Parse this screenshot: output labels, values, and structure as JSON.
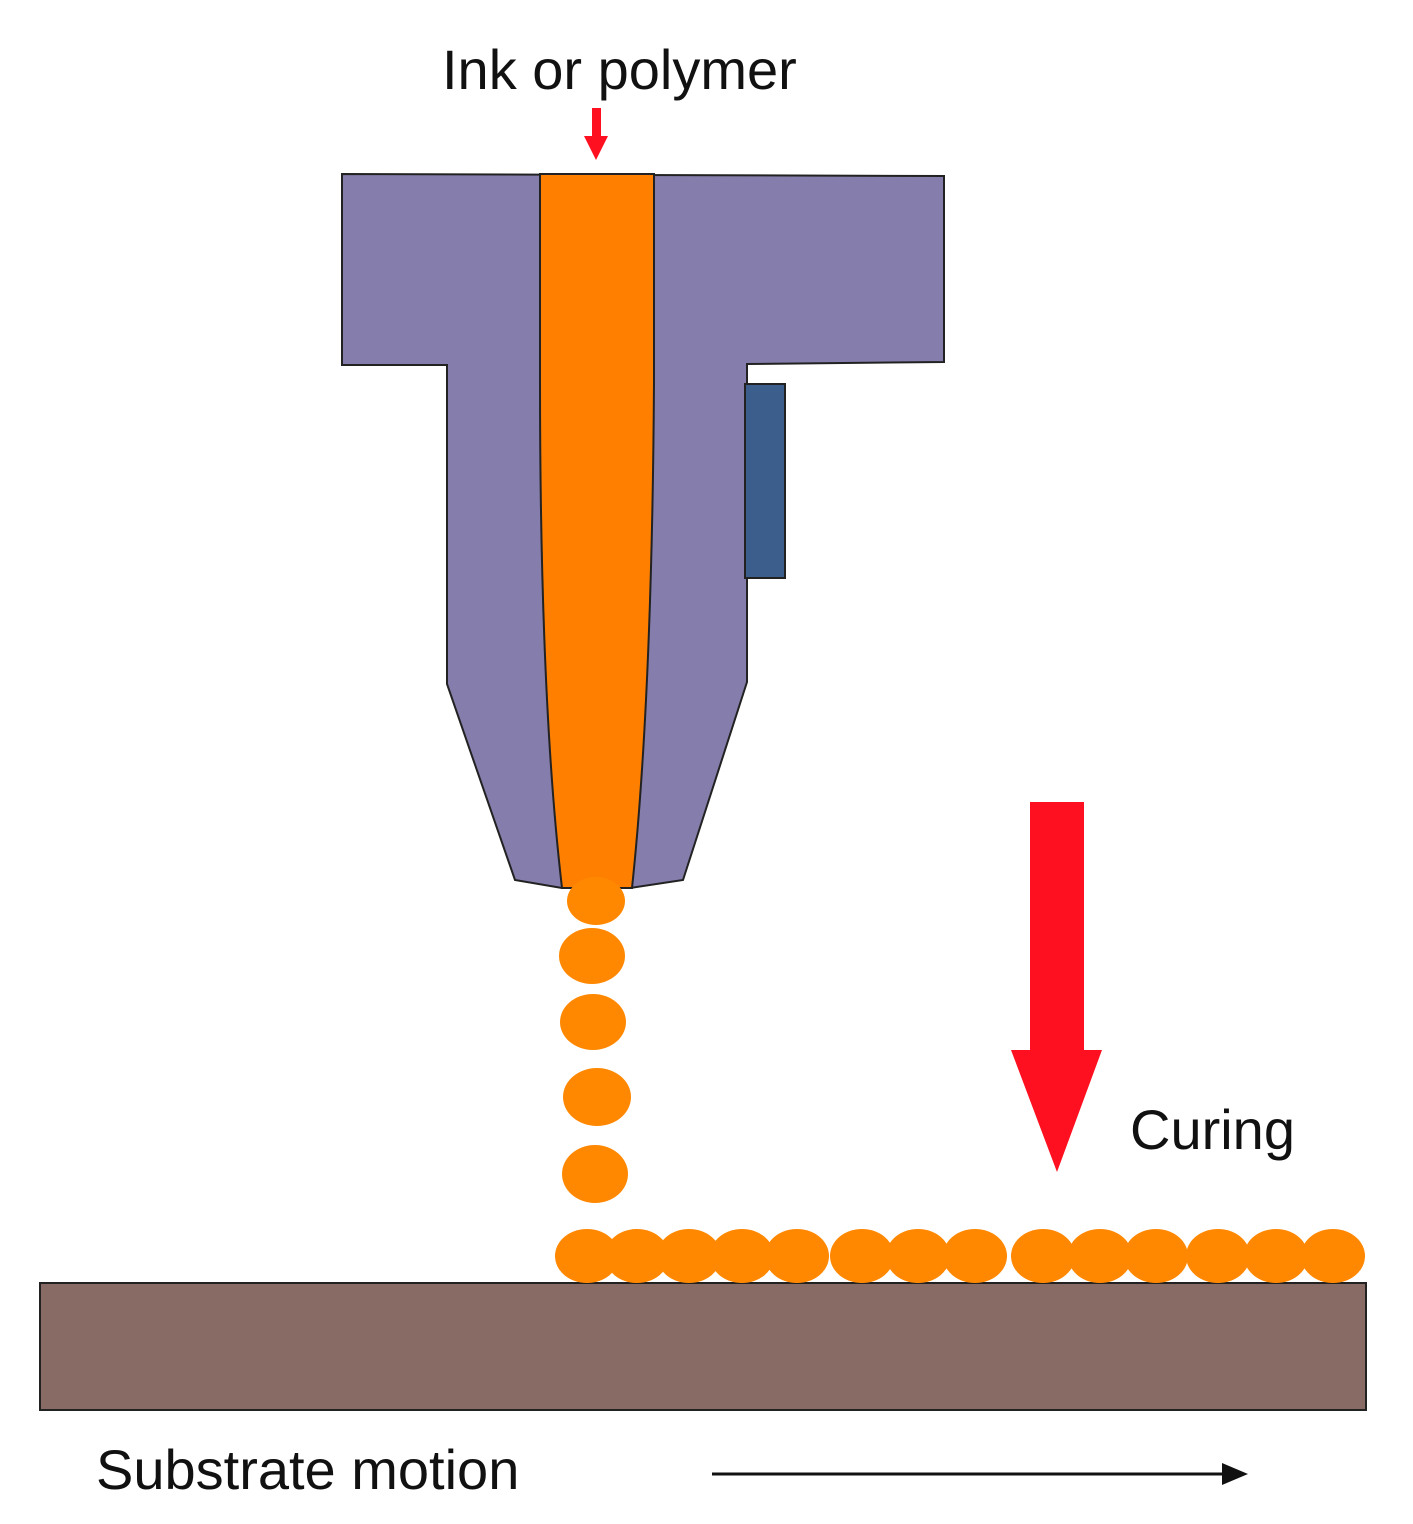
{
  "labels": {
    "ink_or_polymer": "Ink or polymer",
    "curing": "Curing",
    "substrate_motion": "Substrate motion"
  },
  "colors": {
    "nozzle_body": "#857dab",
    "ink": "#ff8000",
    "ink_droplet": "#ff8800",
    "arrow_red": "#ff1020",
    "piezo_block": "#3c5e8c",
    "substrate": "#876b64",
    "outline": "#222222",
    "text": "#111111",
    "background": "#ffffff"
  },
  "icons": {
    "ink_feed_arrow": "arrow-down-icon",
    "curing_arrow": "arrow-down-icon",
    "motion_arrow": "arrow-right-icon"
  },
  "falling_droplet_count": 5,
  "deposited_droplet_count": 14
}
